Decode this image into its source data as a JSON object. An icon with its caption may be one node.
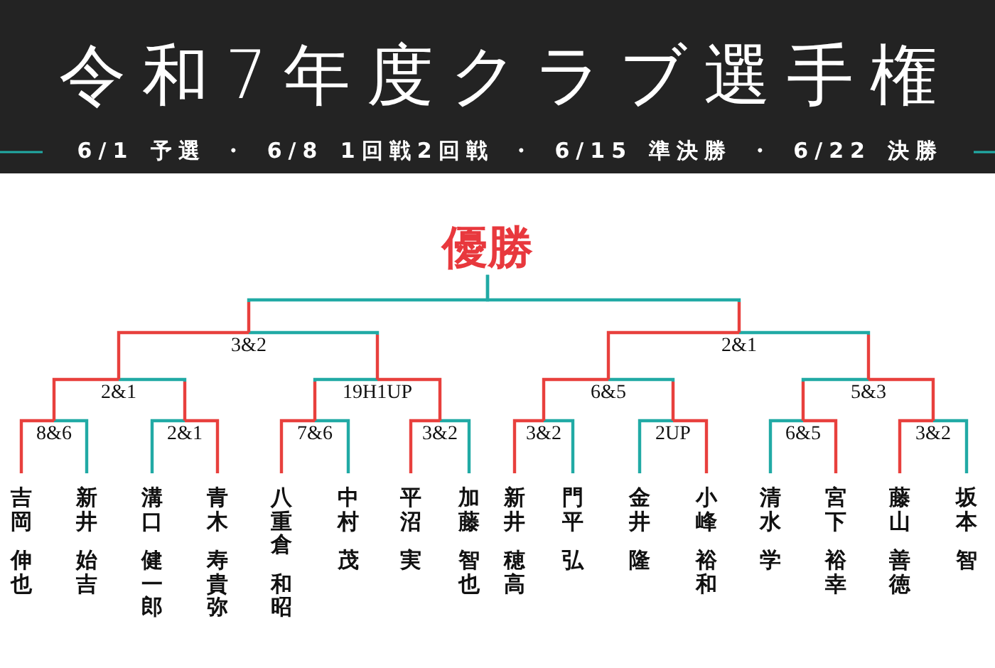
{
  "diagram": {
    "title": "令和7年度クラブ選手権",
    "nodes": [
      {
        "text": [
          "優勝"
        ]
      },
      {
        "text": [
          "3&2"
        ]
      },
      {
        "text": [
          "2&1"
        ]
      },
      {
        "text": [
          "2&1"
        ]
      },
      {
        "text": [
          "19H1UP"
        ]
      },
      {
        "text": [
          "6&5"
        ]
      },
      {
        "text": [
          "5&3"
        ]
      },
      {
        "text": [
          "8&6"
        ]
      },
      {
        "text": [
          "2&1"
        ]
      },
      {
        "text": [
          "7&6"
        ]
      },
      {
        "text": [
          "3&2"
        ]
      },
      {
        "text": [
          "3&2"
        ]
      },
      {
        "text": [
          "2UP"
        ]
      },
      {
        "text": [
          "6&5"
        ]
      },
      {
        "text": [
          "3&2"
        ]
      },
      {
        "text": [
          "吉岡",
          "伸也"
        ]
      },
      {
        "text": [
          "新井",
          "始吉"
        ]
      },
      {
        "text": [
          "溝口",
          "健一郎"
        ]
      },
      {
        "text": [
          "青木",
          "寿貴弥"
        ]
      },
      {
        "text": [
          "八重倉",
          "和昭"
        ]
      },
      {
        "text": [
          "中村",
          "茂"
        ]
      },
      {
        "text": [
          "平沼",
          "実"
        ]
      },
      {
        "text": [
          "加藤",
          "智也"
        ]
      },
      {
        "text": [
          "新井",
          "穂高"
        ]
      },
      {
        "text": [
          "門平",
          "弘"
        ]
      },
      {
        "text": [
          "金井",
          "隆"
        ]
      },
      {
        "text": [
          "小峰",
          "裕和"
        ]
      },
      {
        "text": [
          "清水",
          "学"
        ]
      },
      {
        "text": [
          "宮下",
          "裕幸"
        ]
      },
      {
        "text": [
          "藤山",
          "善徳"
        ]
      },
      {
        "text": [
          "坂本",
          "智"
        ]
      }
    ],
    "edges": [
      {
        "from": 15,
        "to": 7,
        "arrow": "none",
        "color": "#e8403d"
      },
      {
        "from": 16,
        "to": 7,
        "arrow": "none",
        "color": "#21aaa5"
      },
      {
        "from": 17,
        "to": 8,
        "arrow": "none",
        "color": "#21aaa5"
      },
      {
        "from": 18,
        "to": 8,
        "arrow": "none",
        "color": "#e8403d"
      },
      {
        "from": 19,
        "to": 9,
        "arrow": "none",
        "color": "#e8403d"
      },
      {
        "from": 20,
        "to": 9,
        "arrow": "none",
        "color": "#21aaa5"
      },
      {
        "from": 21,
        "to": 10,
        "arrow": "none",
        "color": "#e8403d"
      },
      {
        "from": 22,
        "to": 10,
        "arrow": "none",
        "color": "#21aaa5"
      },
      {
        "from": 23,
        "to": 11,
        "arrow": "none",
        "color": "#e8403d"
      },
      {
        "from": 24,
        "to": 11,
        "arrow": "none",
        "color": "#21aaa5"
      },
      {
        "from": 25,
        "to": 12,
        "arrow": "none",
        "color": "#21aaa5"
      },
      {
        "from": 26,
        "to": 12,
        "arrow": "none",
        "color": "#e8403d"
      },
      {
        "from": 27,
        "to": 13,
        "arrow": "none",
        "color": "#21aaa5"
      },
      {
        "from": 28,
        "to": 13,
        "arrow": "none",
        "color": "#e8403d"
      },
      {
        "from": 29,
        "to": 14,
        "arrow": "none",
        "color": "#e8403d"
      },
      {
        "from": 30,
        "to": 14,
        "arrow": "none",
        "color": "#21aaa5"
      },
      {
        "from": 7,
        "to": 3,
        "arrow": "none",
        "color": "#e8403d"
      },
      {
        "from": 8,
        "to": 3,
        "arrow": "none",
        "color": "#21aaa5"
      },
      {
        "from": 9,
        "to": 4,
        "arrow": "none",
        "color": "#21aaa5"
      },
      {
        "from": 10,
        "to": 4,
        "arrow": "none",
        "color": "#e8403d"
      },
      {
        "from": 11,
        "to": 5,
        "arrow": "none",
        "color": "#e8403d"
      },
      {
        "from": 12,
        "to": 5,
        "arrow": "none",
        "color": "#21aaa5"
      },
      {
        "from": 13,
        "to": 6,
        "arrow": "none",
        "color": "#21aaa5"
      },
      {
        "from": 14,
        "to": 6,
        "arrow": "none",
        "color": "#e8403d"
      },
      {
        "from": 3,
        "to": 1,
        "arrow": "none",
        "color": "#e8403d"
      },
      {
        "from": 4,
        "to": 1,
        "arrow": "none",
        "color": "#21aaa5"
      },
      {
        "from": 5,
        "to": 2,
        "arrow": "none",
        "color": "#e8403d"
      },
      {
        "from": 6,
        "to": 2,
        "arrow": "none",
        "color": "#21aaa5"
      },
      {
        "from": 1,
        "to": 0,
        "arrow": "none",
        "color": "#21aaa5"
      },
      {
        "from": 2,
        "to": 0,
        "arrow": "none",
        "color": "#21aaa5"
      }
    ],
    "labels": [
      "6/1 予選 ・ 6/8 1回戦2回戦 ・ 6/15 準決勝 ・ 6/22 決勝"
    ]
  }
}
